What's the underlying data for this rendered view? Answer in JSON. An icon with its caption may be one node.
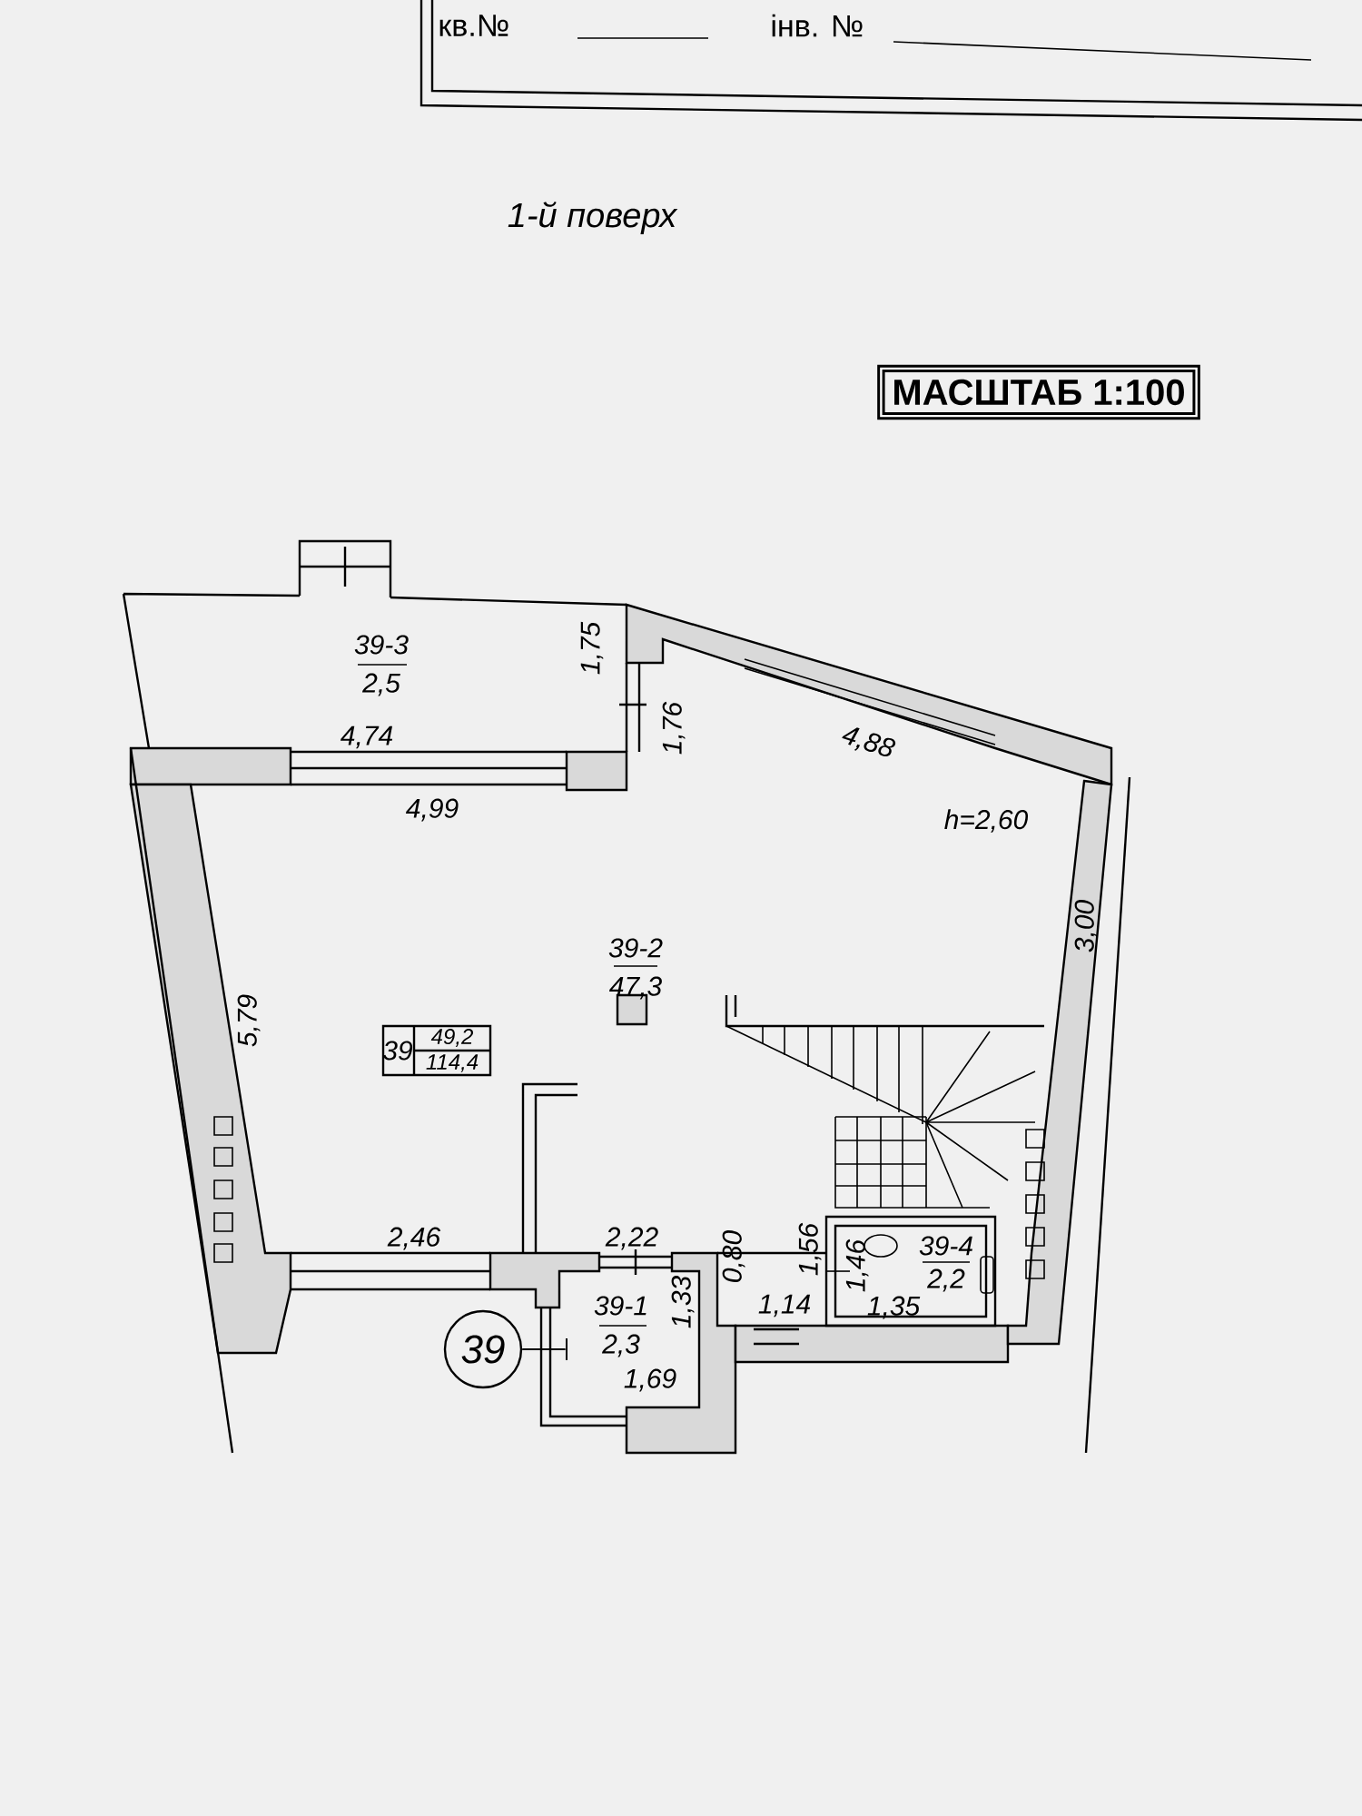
{
  "diagram": {
    "title": "1-й поверх",
    "nodes": [
      {
        "text": [
          "кв.№",
          "інв. №"
        ]
      },
      {
        "text": [
          "МАСШТАБ 1:100"
        ]
      },
      {
        "text": [
          "39"
        ]
      },
      {
        "text": [
          "39",
          "49,2",
          "114,4"
        ]
      },
      {
        "text": [],
        "shape": "bar"
      }
    ],
    "edges": [
      {
        "from": 2,
        "to": 4,
        "arrow": "none"
      }
    ],
    "labels": [
      "39-3",
      "2,5",
      "1,75",
      "4,74",
      "1,76",
      "4,88",
      "4,99",
      "h=2,60",
      "39-2",
      "47,3",
      "3,00",
      "5,79",
      "2,46",
      "2,22",
      "0,80",
      "1,56",
      "1,46",
      "39-4",
      "2,2",
      "39-1",
      "2,3",
      "1,33",
      "1,14",
      "1,35",
      "1,69"
    ]
  }
}
